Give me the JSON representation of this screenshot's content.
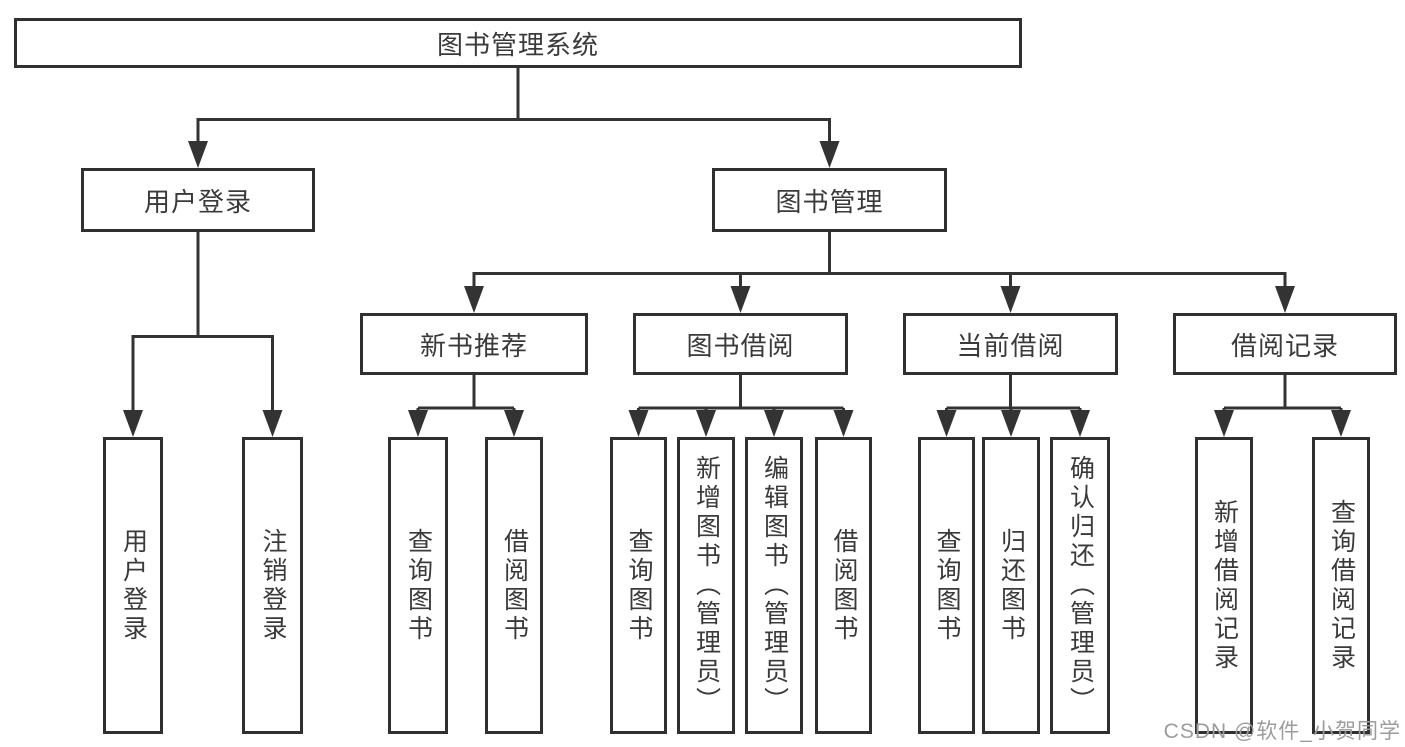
{
  "diagram": {
    "type": "hierarchy-tree",
    "root": {
      "label": "图书管理系统",
      "children": [
        {
          "label": "用户登录",
          "children": [
            {
              "label": "用户登录"
            },
            {
              "label": "注销登录"
            }
          ]
        },
        {
          "label": "图书管理",
          "children": [
            {
              "label": "新书推荐",
              "children": [
                {
                  "label": "查询图书"
                },
                {
                  "label": "借阅图书"
                }
              ]
            },
            {
              "label": "图书借阅",
              "children": [
                {
                  "label": "查询图书"
                },
                {
                  "label": "新增图书（管理员）"
                },
                {
                  "label": "编辑图书（管理员）"
                },
                {
                  "label": "借阅图书"
                }
              ]
            },
            {
              "label": "当前借阅",
              "children": [
                {
                  "label": "查询图书"
                },
                {
                  "label": "归还图书"
                },
                {
                  "label": "确认归还（管理员）"
                }
              ]
            },
            {
              "label": "借阅记录",
              "children": [
                {
                  "label": "新增借阅记录"
                },
                {
                  "label": "查询借阅记录"
                }
              ]
            }
          ]
        }
      ]
    }
  },
  "watermark": {
    "text": "CSDN @软件_小贺同学"
  },
  "colors": {
    "line": "#333333",
    "box_border": "#303030",
    "text": "#3a3a3a",
    "watermark": "#9c9c9c",
    "background": "#ffffff"
  }
}
